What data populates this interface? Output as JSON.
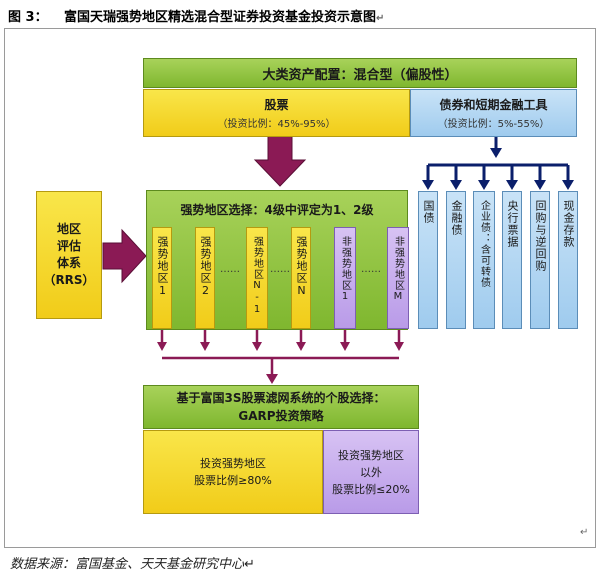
{
  "figure": {
    "label": "图 3：",
    "title": "富国天瑞强势地区精选混合型证券投资基金投资示意图",
    "pilcrow": "↵"
  },
  "top_box": {
    "text": "大类资产配置：混合型（偏股性）"
  },
  "stock_box": {
    "title": "股票",
    "ratio": "（投资比例：45%-95%）"
  },
  "bond_box": {
    "title": "债券和短期金融工具",
    "ratio": "（投资比例：5%-55%）"
  },
  "region_eval": {
    "text": "地区\n评估\n体系\n（RRS）"
  },
  "strong_region": {
    "header": "强势地区选择：4级中评定为1、2级",
    "strong_items": [
      "强势地区1",
      "强势地区2",
      "强势地区N-1",
      "强势地区N"
    ],
    "nonstrong_items": [
      "非强势地区1",
      "非强势地区M"
    ],
    "ellipsis": "……"
  },
  "bond_items": [
    "国债",
    "金融债",
    "企业债：含可转债",
    "央行票据",
    "回购与逆回购",
    "现金存款"
  ],
  "gp_box": {
    "line1": "基于富国3S股票滤网系统的个股选择：",
    "line2": "GARP投资策略"
  },
  "alloc_strong": {
    "line1": "投资强势地区",
    "line2": "股票比例≥80%"
  },
  "alloc_other": {
    "line1": "投资强势地区",
    "line2": "以外",
    "line3": "股票比例≤20%"
  },
  "source": "数据来源：富国基金、天天基金研究中心↵",
  "colors": {
    "green": "#8cc63f",
    "yellow": "#f5d82a",
    "blue": "#b3d7f2",
    "purple": "#c5aaee",
    "maroon": "#8b1a55",
    "navy": "#0b1f6b"
  }
}
